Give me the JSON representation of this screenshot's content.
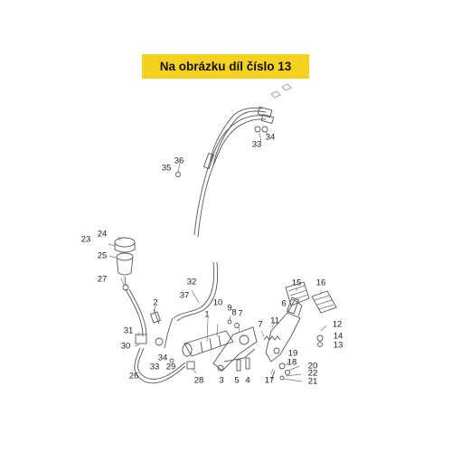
{
  "banner": {
    "text": "Na obrázku díl číslo 13"
  },
  "callouts": [
    {
      "id": "34a",
      "text": "34"
    },
    {
      "id": "33a",
      "text": "33"
    },
    {
      "id": "36",
      "text": "36"
    },
    {
      "id": "35",
      "text": "35"
    },
    {
      "id": "23",
      "text": "23"
    },
    {
      "id": "24",
      "text": "24"
    },
    {
      "id": "25",
      "text": "25"
    },
    {
      "id": "27",
      "text": "27"
    },
    {
      "id": "32",
      "text": "32"
    },
    {
      "id": "37",
      "text": "37"
    },
    {
      "id": "2",
      "text": "2"
    },
    {
      "id": "31",
      "text": "31"
    },
    {
      "id": "30",
      "text": "30"
    },
    {
      "id": "34b",
      "text": "34"
    },
    {
      "id": "33b",
      "text": "33"
    },
    {
      "id": "26",
      "text": "26"
    },
    {
      "id": "29",
      "text": "29"
    },
    {
      "id": "28",
      "text": "28"
    },
    {
      "id": "10",
      "text": "10"
    },
    {
      "id": "1",
      "text": "1"
    },
    {
      "id": "9",
      "text": "9"
    },
    {
      "id": "8",
      "text": "8"
    },
    {
      "id": "7a",
      "text": "7"
    },
    {
      "id": "7b",
      "text": "7"
    },
    {
      "id": "3",
      "text": "3"
    },
    {
      "id": "5",
      "text": "5"
    },
    {
      "id": "4",
      "text": "4"
    },
    {
      "id": "6",
      "text": "6"
    },
    {
      "id": "11",
      "text": "11"
    },
    {
      "id": "15",
      "text": "15"
    },
    {
      "id": "16",
      "text": "16"
    },
    {
      "id": "12",
      "text": "12"
    },
    {
      "id": "14",
      "text": "14"
    },
    {
      "id": "13",
      "text": "13"
    },
    {
      "id": "19",
      "text": "19"
    },
    {
      "id": "18",
      "text": "18"
    },
    {
      "id": "20",
      "text": "20"
    },
    {
      "id": "22",
      "text": "22"
    },
    {
      "id": "21",
      "text": "21"
    },
    {
      "id": "17",
      "text": "17"
    }
  ]
}
